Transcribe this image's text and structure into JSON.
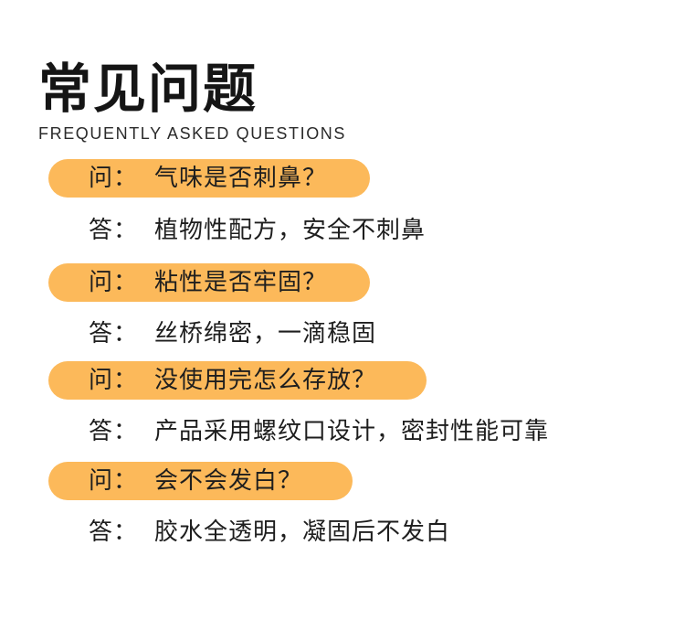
{
  "header": {
    "title": "常见问题",
    "subtitle": "FREQUENTLY ASKED QUESTIONS"
  },
  "colors": {
    "pill": "#fcb95a",
    "text": "#1e1e1e"
  },
  "faq": [
    {
      "q_prefix": "问：",
      "q": "气味是否刺鼻？",
      "a_prefix": "答：",
      "a": "植物性配方，安全不刺鼻"
    },
    {
      "q_prefix": "问：",
      "q": "粘性是否牢固？",
      "a_prefix": "答：",
      "a": "丝桥绵密，一滴稳固"
    },
    {
      "q_prefix": "问：",
      "q": "没使用完怎么存放？",
      "a_prefix": "答：",
      "a": "产品采用螺纹口设计，密封性能可靠"
    },
    {
      "q_prefix": "问：",
      "q": "会不会发白？",
      "a_prefix": "答：",
      "a": "胶水全透明，凝固后不发白"
    }
  ]
}
